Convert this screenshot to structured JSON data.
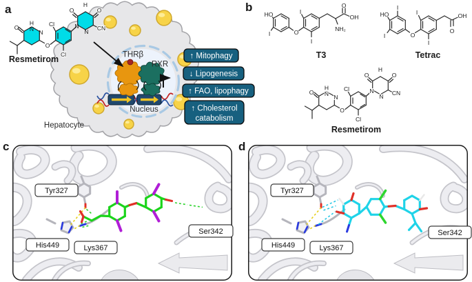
{
  "panel_labels": {
    "a": "a",
    "b": "b",
    "c": "c",
    "d": "d"
  },
  "panel_a": {
    "compound": "Resmetirom",
    "cell": "Hepatocyte",
    "nucleus": "Nucleus",
    "thrb": "THRβ",
    "rxr": "RXR",
    "effects": [
      "↑ Mitophagy",
      "↓ Lipogenesis",
      "↑ FAO, lipophagy"
    ],
    "effect4_line1": "↑ Cholesterol",
    "effect4_line2": "catabolism",
    "structure": {
      "atoms": [
        "O",
        "H",
        "N",
        "N",
        "O",
        "Cl",
        "Cl",
        "O",
        "H",
        "O",
        "N",
        "N",
        "CN"
      ]
    },
    "colors": {
      "highlight_cyan": "#00dce8",
      "effect_box": "#17607f",
      "thrb_orange": "#e8960f",
      "rxr_teal": "#1b6f60",
      "droplet_yellow": "#f7d348",
      "dna_box_navy": "#20486e",
      "dna_arrow_yellow": "#f0c424"
    }
  },
  "panel_b": {
    "t3": {
      "label": "T3",
      "atoms": [
        "HO",
        "I",
        "O",
        "I",
        "I",
        "O",
        "OH",
        "NH₂"
      ]
    },
    "tetrac": {
      "label": "Tetrac",
      "atoms": [
        "HO",
        "I",
        "I",
        "O",
        "I",
        "I",
        "O",
        "OH"
      ]
    },
    "resmetirom": {
      "label": "Resmetirom",
      "atoms": [
        "O",
        "H",
        "N",
        "N",
        "O",
        "Cl",
        "Cl",
        "O",
        "H",
        "O",
        "N",
        "N",
        "CN"
      ]
    }
  },
  "binding_site": {
    "residues": [
      "Tyr327",
      "His449",
      "Lys367",
      "Ser342"
    ],
    "colors": {
      "ligand_c_green": "#1bd41b",
      "iodine_purple": "#b01ed6",
      "ligand_d_cyan": "#1fd3e8",
      "chlorine_green": "#2ed62e",
      "oxygen_red": "#e03028",
      "nitrogen_blue": "#2a3ae0",
      "hbond_yellow": "#e6cf1a"
    }
  }
}
